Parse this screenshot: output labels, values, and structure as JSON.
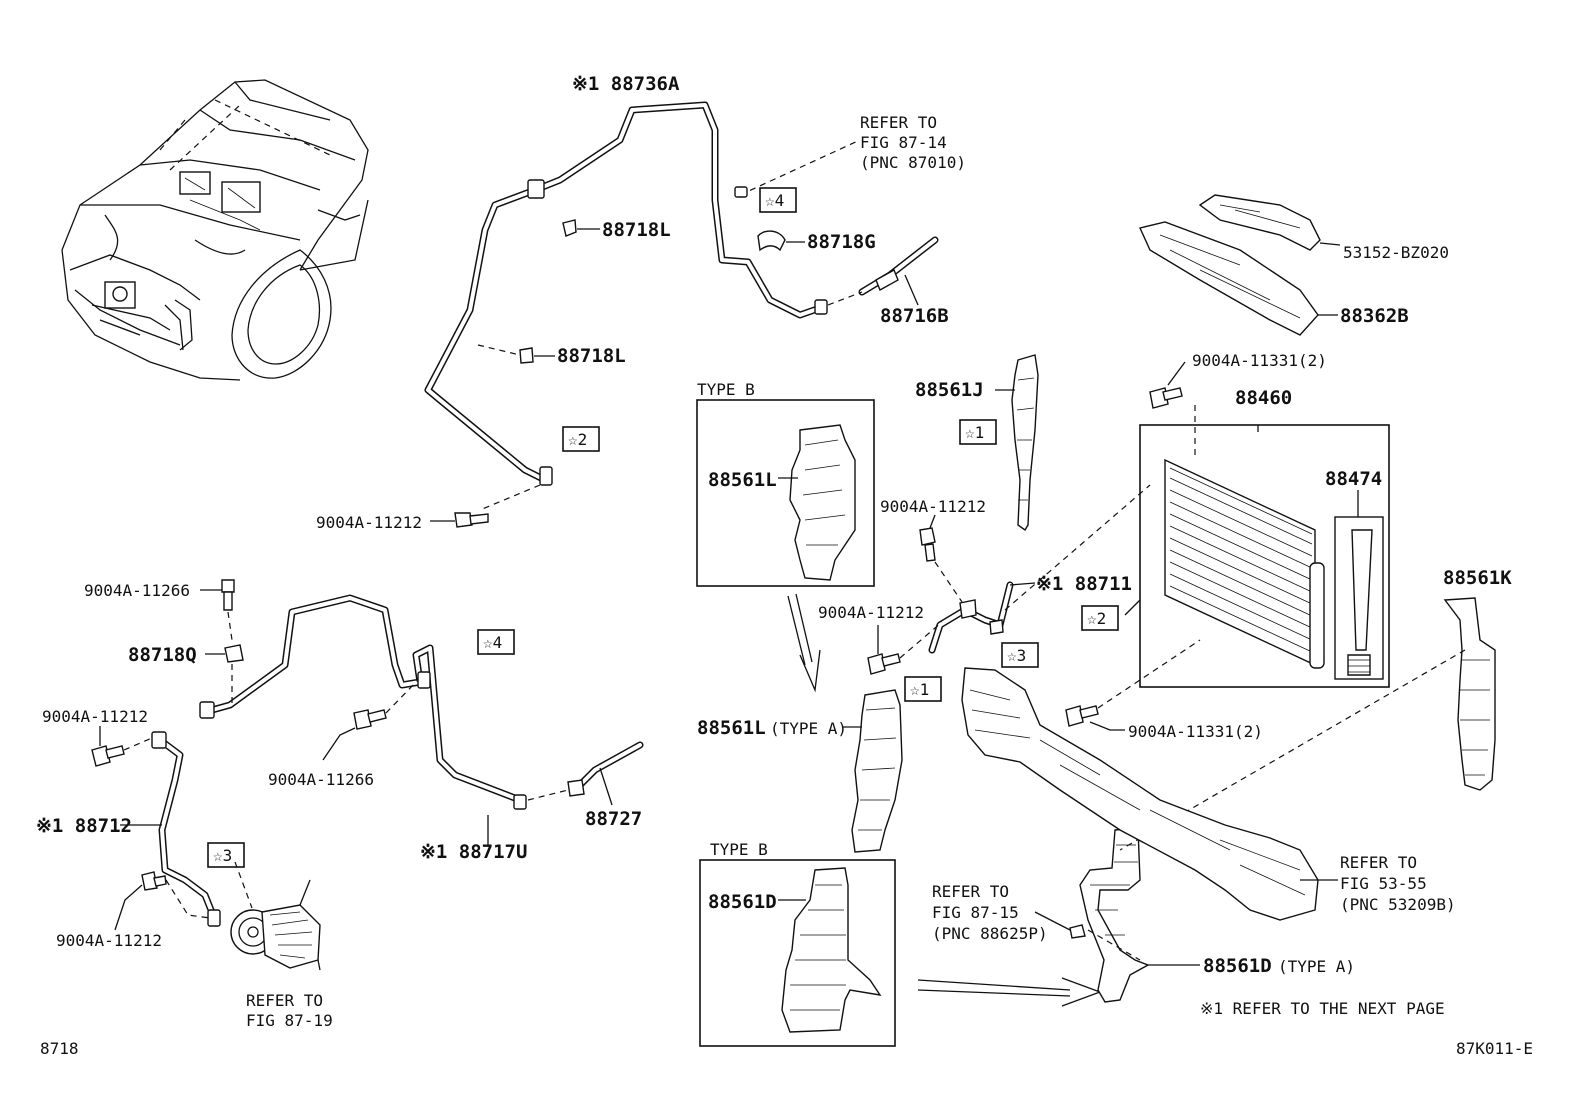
{
  "labels": {
    "pn_88736A": "※1 88736A",
    "pn_88718L_a": "88718L",
    "pn_88718G": "88718G",
    "pn_88716B": "88716B",
    "pn_88718L_b": "88718L",
    "pn_9004A_11212_a": "9004A-11212",
    "pn_9004A_11266_a": "9004A-11266",
    "pn_88718Q": "88718Q",
    "pn_9004A_11212_b": "9004A-11212",
    "pn_9004A_11266_b": "9004A-11266",
    "pn_88712": "※1 88712",
    "pn_9004A_11212_c": "9004A-11212",
    "pn_88717U": "※1 88717U",
    "pn_88727": "88727",
    "pn_53152_BZ020": "53152-BZ020",
    "pn_88362B": "88362B",
    "pn_9004A_11331_a": "9004A-11331(2)",
    "pn_88460": "88460",
    "pn_88561J": "88561J",
    "pn_88474": "88474",
    "pn_9004A_11212_d": "9004A-11212",
    "pn_88711": "※1 88711",
    "pn_9004A_11212_e": "9004A-11212",
    "pn_88561K": "88561K",
    "pn_9004A_11331_b": "9004A-11331(2)",
    "pn_88561L_b": "88561L",
    "pn_88561L_a": "88561L",
    "pn_88561L_a_type": "(TYPE A)",
    "pn_88561D_b": "88561D",
    "pn_88561D_a": "88561D",
    "pn_88561D_a_type": "(TYPE A)",
    "type_b_1": "TYPE B",
    "type_b_2": "TYPE B",
    "star4_a": "☆4",
    "star2_a": "☆2",
    "star4_b": "☆4",
    "star3_a": "☆3",
    "star1_a": "☆1",
    "star2_b": "☆2",
    "star3_b": "☆3",
    "star1_b": "☆1"
  },
  "refer_notes": {
    "fig_87_14": [
      "REFER TO",
      "FIG 87-14",
      "(PNC 87010)"
    ],
    "fig_87_19": [
      "REFER TO",
      "FIG 87-19"
    ],
    "fig_87_15": [
      "REFER TO",
      "FIG 87-15",
      "(PNC 88625P)"
    ],
    "fig_53_55": [
      "REFER TO",
      "FIG 53-55",
      "(PNC 53209B)"
    ]
  },
  "footnote": "※1  REFER TO THE NEXT PAGE",
  "footer": {
    "figure_number": "8718",
    "diagram_code": "87K011-E"
  }
}
